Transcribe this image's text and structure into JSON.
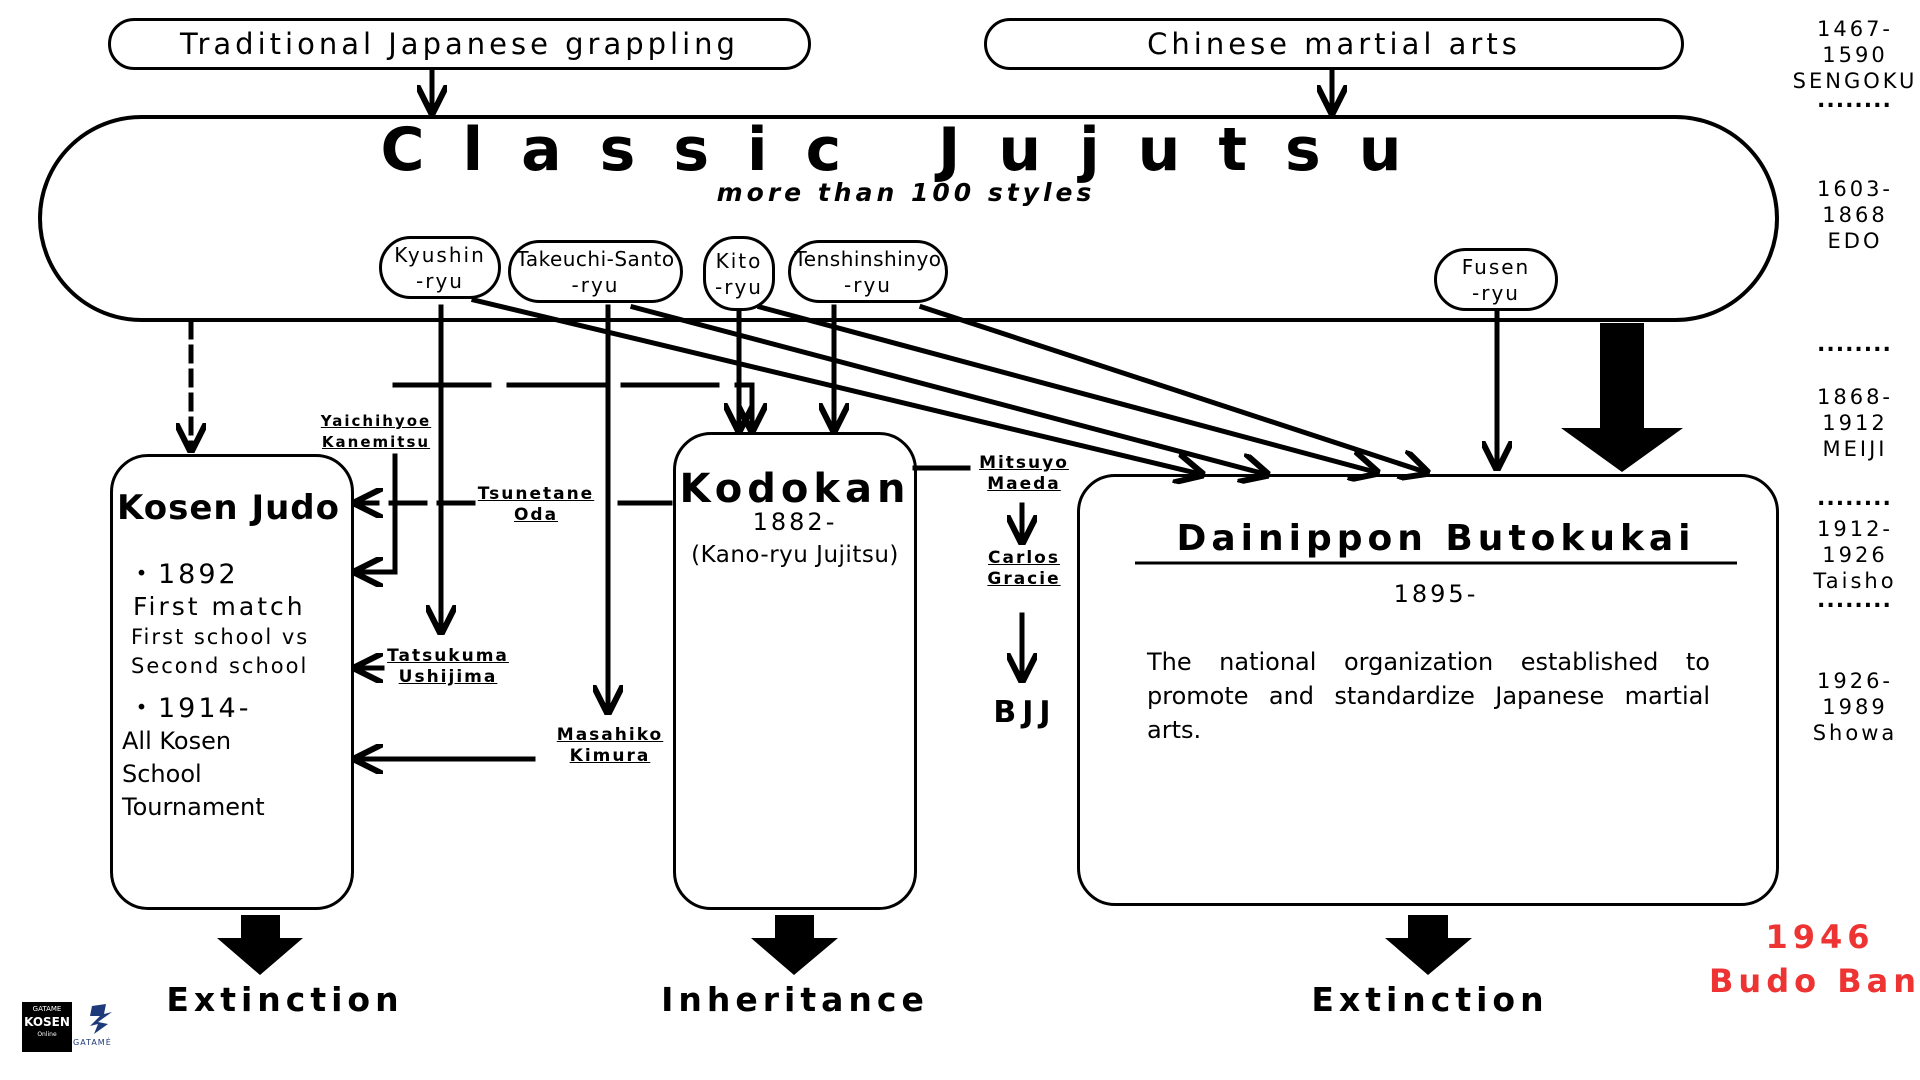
{
  "sources": {
    "japanese": "Traditional Japanese grappling",
    "chinese": "Chinese martial arts"
  },
  "classic": {
    "title": "Classic Jujutsu",
    "subtitle": "more than 100 styles"
  },
  "styles": [
    {
      "line1": "Kyushin",
      "line2": "-ryu"
    },
    {
      "line1": "Takeuchi-Santo",
      "line2": "-ryu"
    },
    {
      "line1": "Kito",
      "line2": "-ryu"
    },
    {
      "line1": "Tenshinshinyo",
      "line2": "-ryu"
    },
    {
      "line1": "Fusen",
      "line2": "-ryu"
    }
  ],
  "kosen": {
    "title": "Kosen Judo",
    "items": [
      {
        "bullet": "・1892",
        "lines": [
          "First match",
          "First school vs",
          "Second school"
        ]
      },
      {
        "bullet": "・1914-",
        "lines": [
          "All Kosen",
          "School",
          "Tournament"
        ]
      }
    ]
  },
  "kodokan": {
    "title": "Kodokan",
    "year": "1882-",
    "subtitle": "(Kano-ryu Jujitsu)"
  },
  "butokukai": {
    "title": "Dainippon Butokukai",
    "year": "1895-",
    "description": "The national organization established to promote and standardize Japanese martial arts."
  },
  "people": {
    "yaichihyoe": [
      "Yaichihyoe",
      "Kanemitsu"
    ],
    "tsunetane": [
      "Tsunetane",
      "Oda"
    ],
    "tatsukuma": [
      "Tatsukuma",
      "Ushijima"
    ],
    "masahiko": [
      "Masahiko",
      "Kimura"
    ],
    "mitsuyo": [
      "Mitsuyo",
      "Maeda"
    ],
    "carlos": [
      "Carlos",
      "Gracie"
    ]
  },
  "bjj": "BJJ",
  "outcomes": {
    "kosen": "Extinction",
    "kodokan": "Inheritance",
    "butokukai": "Extinction"
  },
  "timeline": [
    {
      "lines": [
        "1467-",
        "1590",
        "SENGOKU"
      ]
    },
    {
      "lines": [
        "1603-",
        "1868",
        "EDO"
      ]
    },
    {
      "lines": [
        "1868-",
        "1912",
        "MEIJI"
      ]
    },
    {
      "lines": [
        "1912-",
        "1926",
        "Taisho"
      ]
    },
    {
      "lines": [
        "1926-",
        "1989",
        "Showa"
      ]
    }
  ],
  "timeline_dots": "........",
  "ban": {
    "year": "1946",
    "label": "Budo Ban",
    "color": "#ee3333"
  },
  "logo": {
    "top": "GATAME",
    "main": "KOSEN",
    "bottom": "Online",
    "side": "GATAMÉ"
  }
}
